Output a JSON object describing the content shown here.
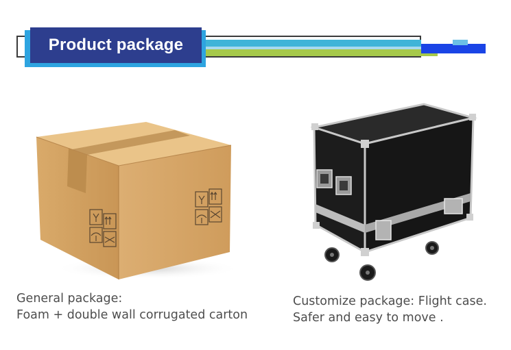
{
  "header": {
    "title": "Product package",
    "colors": {
      "title_bg": "#2d3e8e",
      "accent_blue": "#1a44e6",
      "accent_cyan": "#3fb4d8",
      "accent_green": "#a6c94a"
    }
  },
  "left": {
    "image_icon": "cardboard-box-icon",
    "caption_line1": "General package:",
    "caption_line2": "Foam + double wall corrugated carton"
  },
  "right": {
    "image_icon": "flight-case-icon",
    "caption_line1": "Customize package: Flight case.",
    "caption_line2": "Safer and easy to move ."
  }
}
